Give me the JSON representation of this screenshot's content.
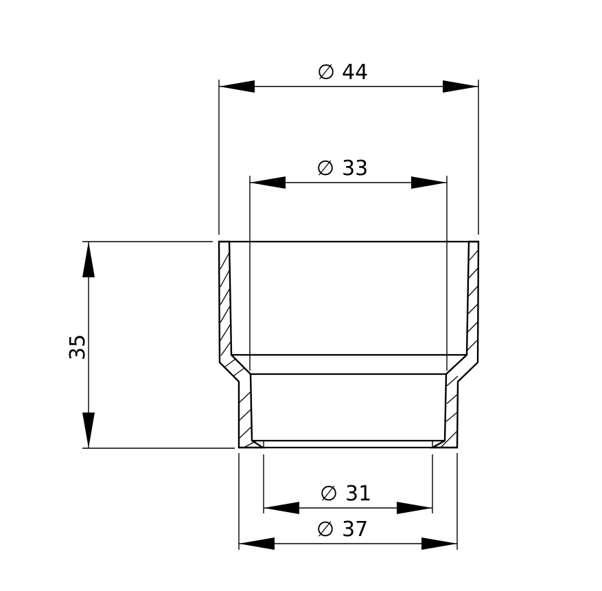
{
  "drawing": {
    "type": "section view - pipe reducer fitting",
    "line_color": "#000000",
    "background": "#ffffff",
    "diameter_symbol": "∅",
    "dimensions": {
      "outer_top": {
        "label": "44",
        "kind": "diameter"
      },
      "inner_top": {
        "label": "33",
        "kind": "diameter"
      },
      "inner_bottom": {
        "label": "31",
        "kind": "diameter"
      },
      "outer_bottom": {
        "label": "37",
        "kind": "diameter"
      },
      "height": {
        "label": "35",
        "kind": "linear",
        "orientation": "vertical"
      }
    }
  }
}
